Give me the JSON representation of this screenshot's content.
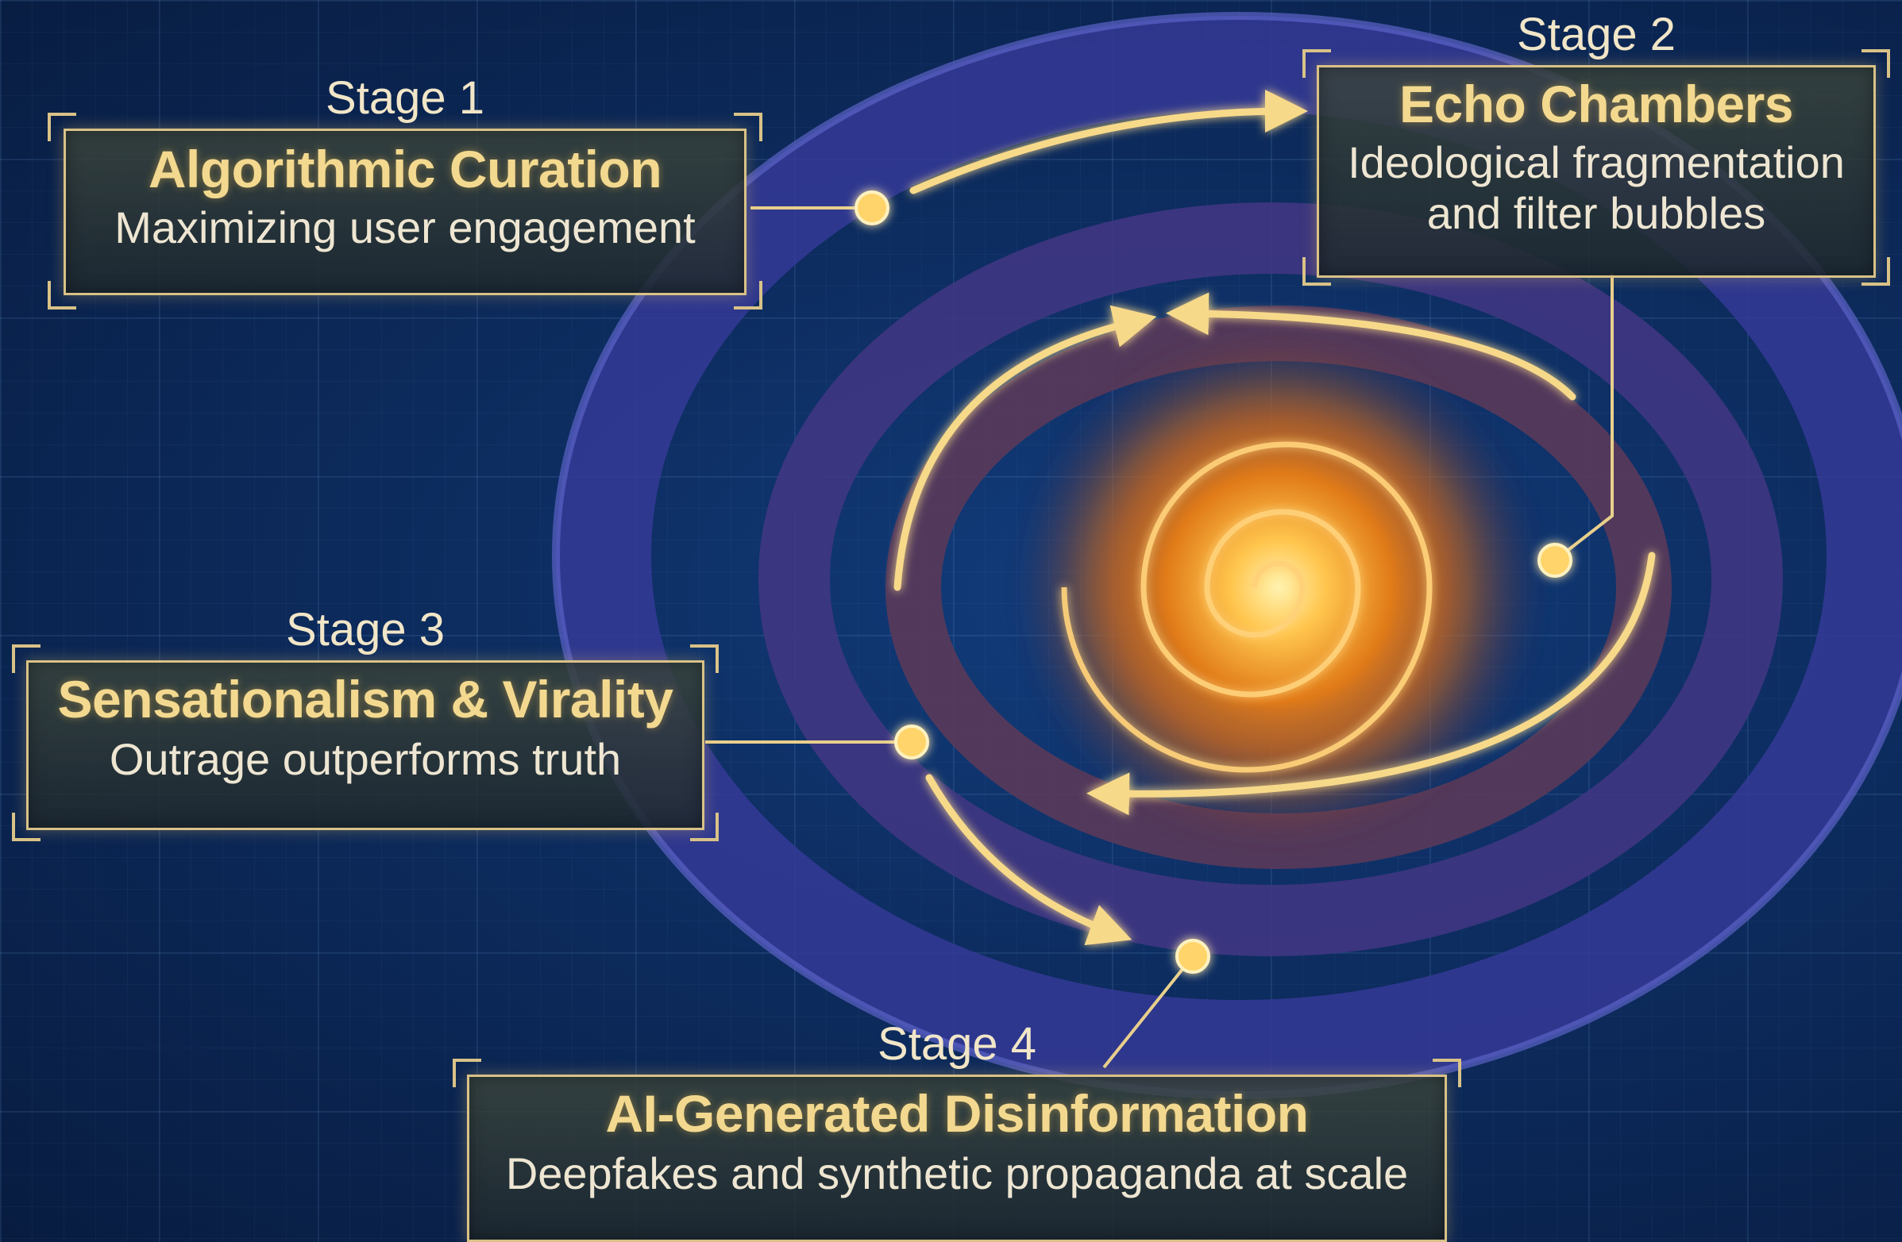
{
  "stages": [
    {
      "tag": "Stage 1",
      "title": "Algorithmic Curation",
      "desc": "Maximizing user engagement"
    },
    {
      "tag": "Stage 2",
      "title": "Echo Chambers",
      "desc": "Ideological fragmentation and filter bubbles"
    },
    {
      "tag": "Stage 3",
      "title": "Sensationalism & Virality",
      "desc": "Outrage outperforms truth"
    },
    {
      "tag": "Stage 4",
      "title": "AI-Generated Disinformation",
      "desc": "Deepfakes and synthetic propaganda at scale"
    }
  ],
  "colors": {
    "background": "#0d2d61",
    "outer_ring": "#3a3f9a",
    "spiral_core": "#ffb23a",
    "accent_gold": "#f3d98f"
  },
  "icons": [
    "arrow-icon",
    "connector-node-icon"
  ]
}
